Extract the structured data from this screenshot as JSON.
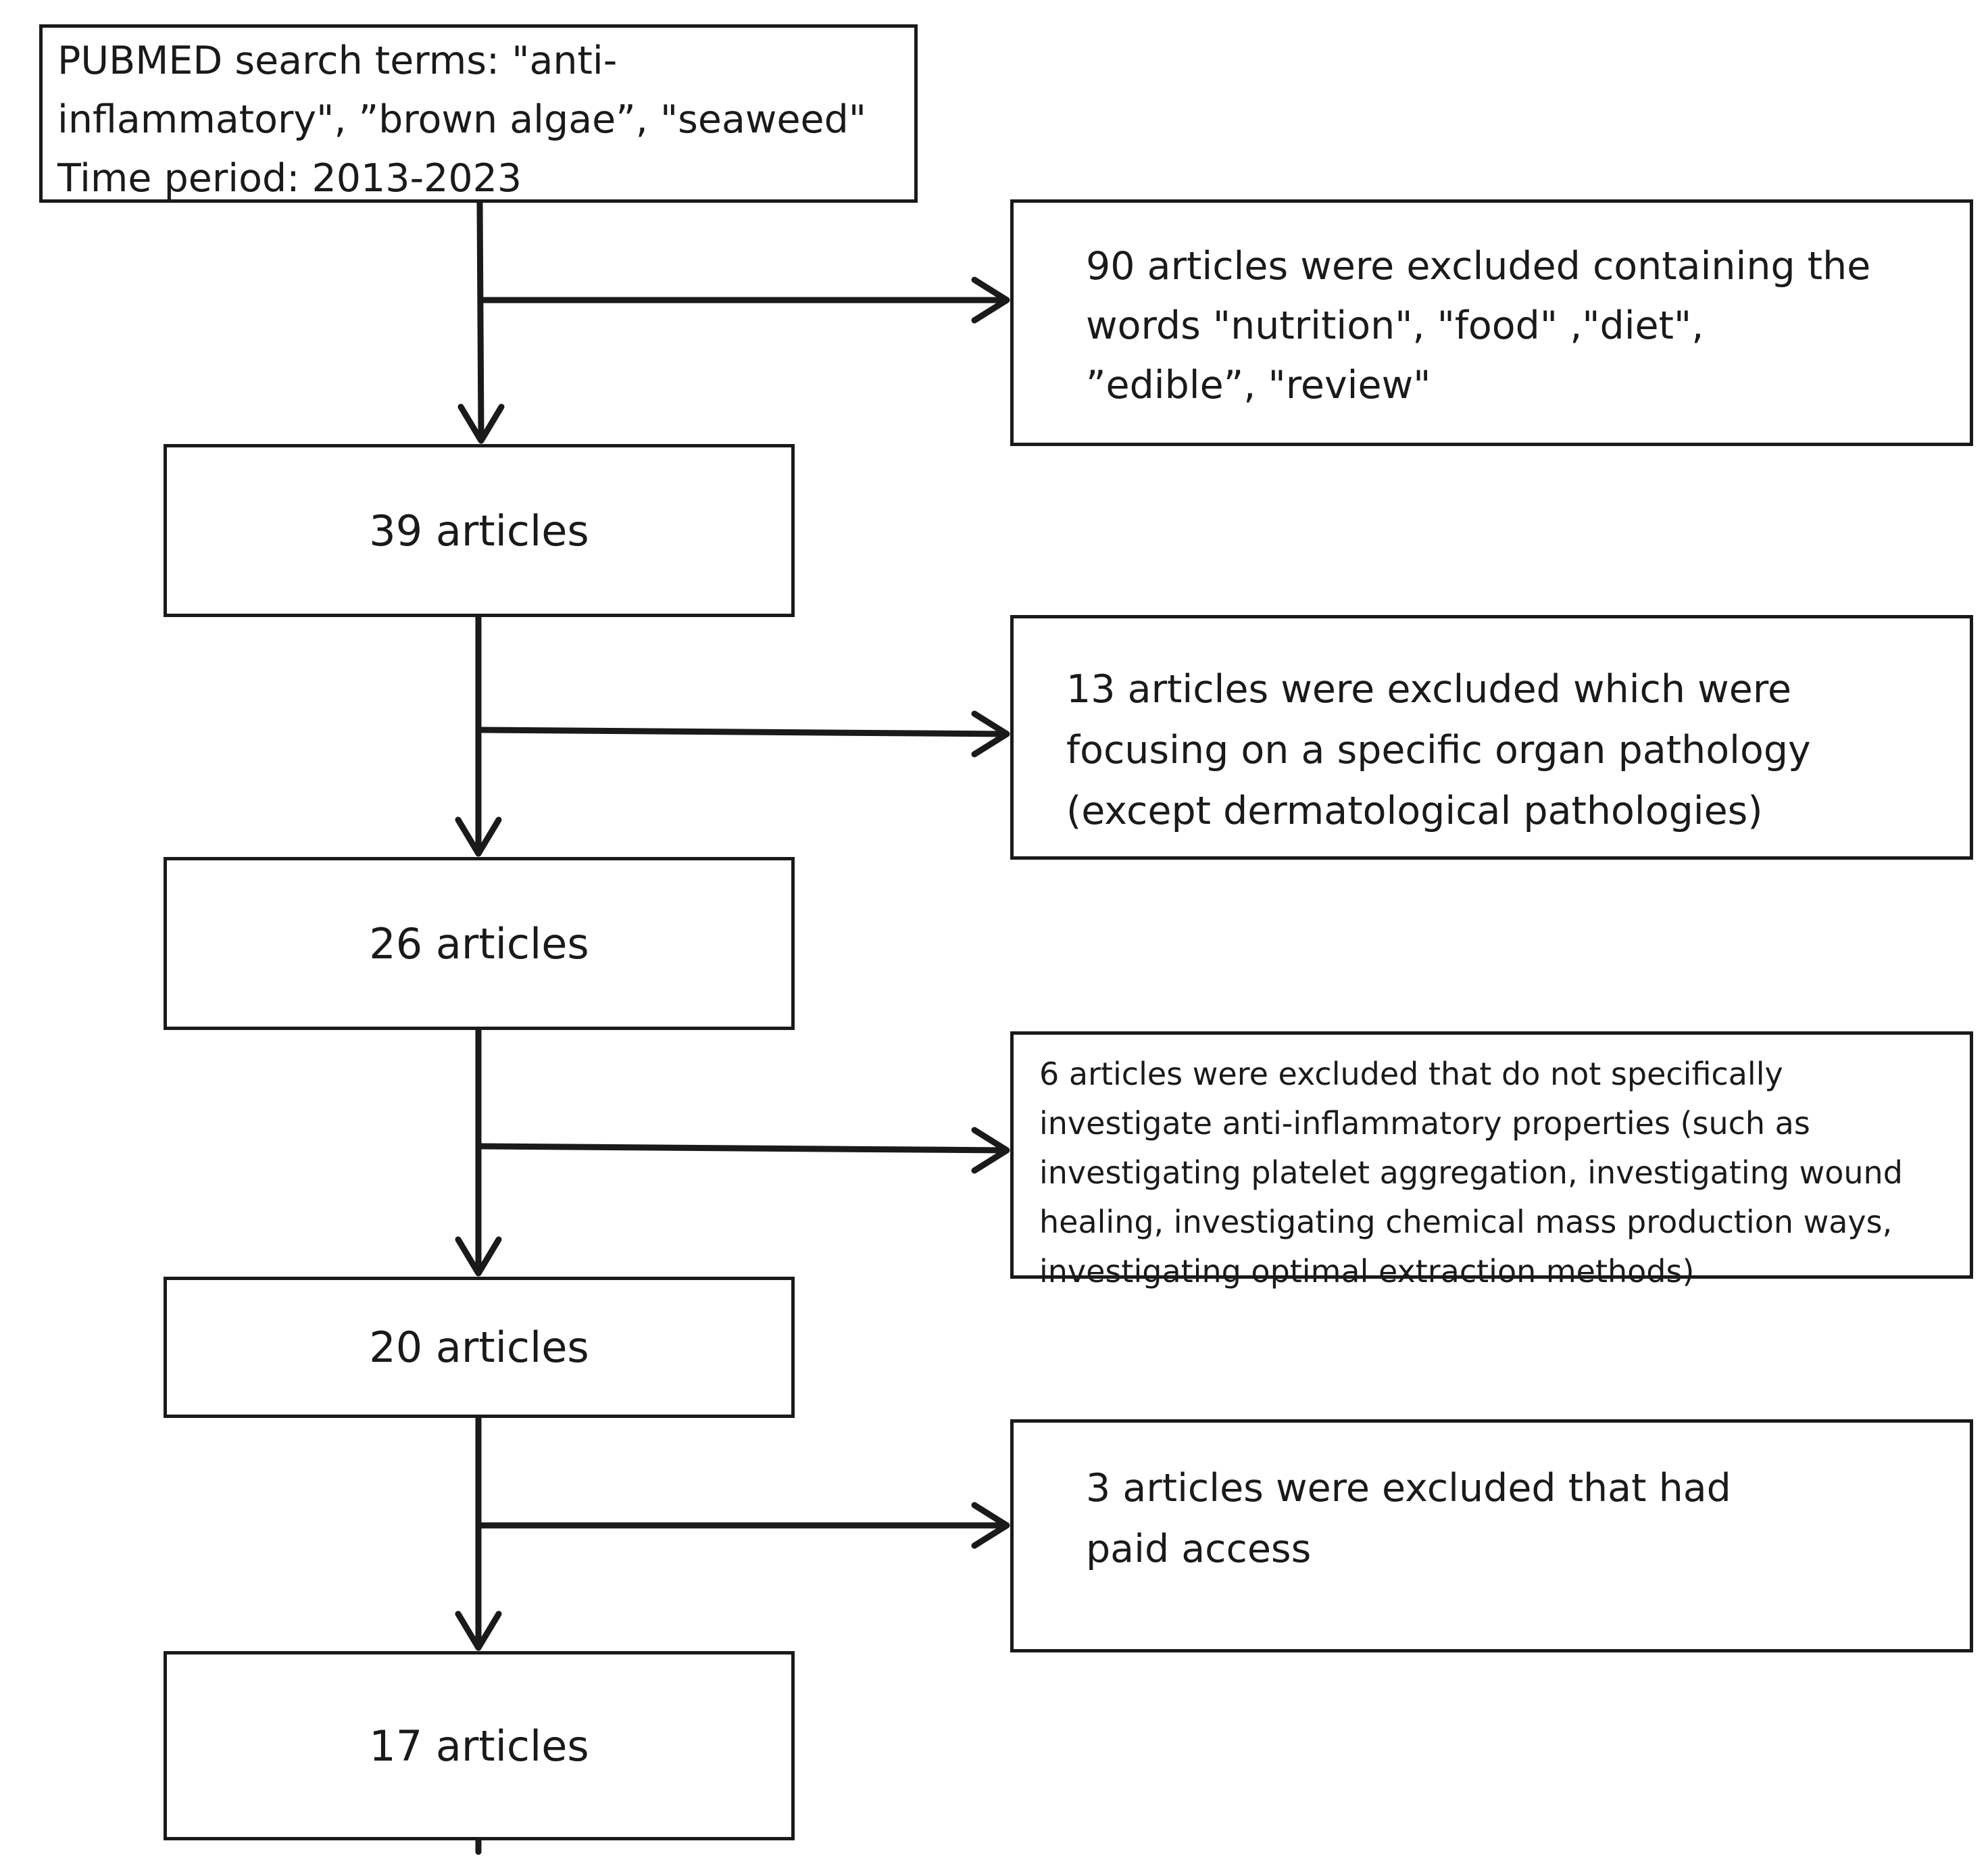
{
  "flowchart": {
    "search_box": {
      "text": "PUBMED search terms: \"anti-\ninflammatory\", ”brown algae”, \"seaweed\"\nTime period: 2013-2023"
    },
    "counts": [
      {
        "label": "39 articles"
      },
      {
        "label": "26 articles"
      },
      {
        "label": "20 articles"
      },
      {
        "label": "17 articles"
      }
    ],
    "exclusions": [
      {
        "text": "90 articles were excluded containing the\nwords \"nutrition\", \"food\" ,\"diet\",\n”edible”, \"review\""
      },
      {
        "text": "13 articles were excluded which were\nfocusing on a specific organ pathology\n(except dermatological pathologies)"
      },
      {
        "text": " 6 articles were excluded that do not specifically\ninvestigate anti-inflammatory properties (such as\ninvestigating platelet aggregation, investigating wound\nhealing, investigating chemical mass production ways,\ninvestigating optimal extraction methods)"
      },
      {
        "text": "3 articles were excluded that had\npaid access"
      }
    ]
  },
  "colors": {
    "line": "#1a1a1a",
    "box_border": "#1a1a1a",
    "background": "#ffffff"
  }
}
